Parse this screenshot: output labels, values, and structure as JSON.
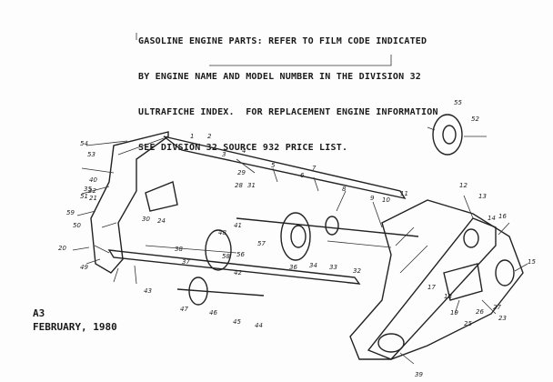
{
  "note": {
    "lines": [
      "GASOLINE ENGINE PARTS: REFER TO FILM CODE INDICATED",
      "BY ENGINE NAME AND MODEL NUMBER IN THE DIVISION 32",
      "ULTRAFICHE INDEX.  FOR REPLACEMENT ENGINE INFORMATION",
      "SEE DIVSION 32 SOURCE 932 PRICE LIST."
    ]
  },
  "footer": {
    "code": "A3",
    "date": "FEBRUARY, 1980"
  },
  "callouts": [
    "1",
    "2",
    "3",
    "4",
    "5",
    "6",
    "7",
    "8",
    "9",
    "10",
    "11",
    "12",
    "13",
    "14",
    "15",
    "16",
    "17",
    "18",
    "19",
    "20",
    "21",
    "22",
    "23",
    "24",
    "25",
    "26",
    "27",
    "28",
    "29",
    "30",
    "31",
    "32",
    "33",
    "34",
    "35",
    "36",
    "37",
    "38",
    "39",
    "40",
    "41",
    "42",
    "43",
    "44",
    "45",
    "46",
    "47",
    "48",
    "49",
    "50",
    "51",
    "52",
    "53",
    "54",
    "55",
    "56",
    "57",
    "58",
    "59"
  ]
}
